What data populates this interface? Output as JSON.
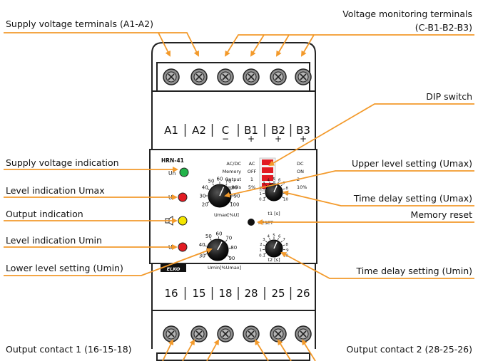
{
  "callouts": {
    "supply_terminals": "Supply voltage terminals (A1-A2)",
    "monitoring_terminals_line1": "Voltage monitoring terminals",
    "monitoring_terminals_line2": "(C-B1-B2-B3)",
    "dip_switch": "DIP switch",
    "supply_indication": "Supply voltage indication",
    "upper_level": "Upper level setting (Umax)",
    "level_umax": "Level indication Umax",
    "time_delay_umax": "Time delay setting (Umax)",
    "output_indication": "Output indication",
    "memory_reset": "Memory reset",
    "level_umin": "Level indication Umin",
    "lower_level": "Lower level setting (Umin)",
    "time_delay_umin": "Time delay setting (Umin)",
    "output_contact_1": "Output contact 1 (16-15-18)",
    "output_contact_2": "Output contact 2 (28-25-26)"
  },
  "top_terminals": [
    "A1",
    "A2",
    "C",
    "B1",
    "B2",
    "B3"
  ],
  "top_terminal_signs": [
    "",
    "",
    "−",
    "+",
    "+",
    "+"
  ],
  "bottom_terminals": [
    "16",
    "15",
    "18",
    "28",
    "25",
    "26"
  ],
  "device": {
    "model": "HRN-41",
    "un_label": "Un",
    "dip_table": {
      "headers": [
        "AC/DC",
        "Memory",
        "Output",
        "Hysteresis"
      ],
      "left_values": [
        "AC",
        "OFF",
        "1",
        "5%"
      ],
      "right_values": [
        "DC",
        "ON",
        "2",
        "10%"
      ]
    },
    "umax_dial": {
      "ticks": [
        "20",
        "30",
        "40",
        "50",
        "60",
        "70",
        "80",
        "90",
        "100"
      ],
      "label": "Umax[%U]"
    },
    "umin_dial": {
      "ticks": [
        "30",
        "40",
        "50",
        "60",
        "70",
        "80",
        "90"
      ],
      "label": "Umin[%Umax]"
    },
    "t1_dial": {
      "ticks": [
        "0.1",
        "1",
        "2",
        "3",
        "4",
        "5",
        "6",
        "7",
        "8",
        "9",
        "10"
      ],
      "label": "t1 [s]"
    },
    "t2_dial": {
      "ticks": [
        "0.1",
        "1",
        "2",
        "3",
        "4",
        "5",
        "6",
        "7",
        "8",
        "9",
        "10"
      ],
      "label": "t2 [s]"
    },
    "u_label": "U",
    "reset_label": "RESET",
    "brand": "ELKO"
  },
  "colors": {
    "arrow": "#f39a2b",
    "led_green": "#22b34a",
    "led_red": "#e21b23",
    "led_yellow": "#f4e600",
    "terminal_fill": "#8f8f8f",
    "housing_line": "#222222"
  }
}
